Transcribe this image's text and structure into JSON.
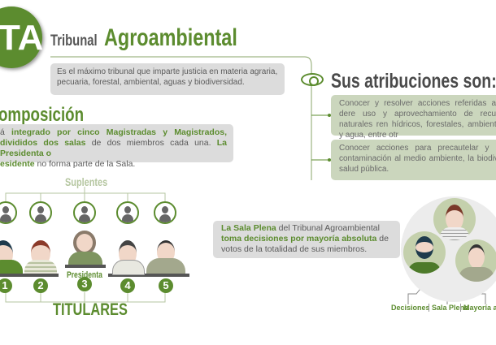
{
  "logo": {
    "text": "TA"
  },
  "header": {
    "title_prefix": "Tribunal",
    "title_main": "Agroambiental"
  },
  "intro": "Es el máximo tribunal que imparte justicia en materia agraria, pecuaria, forestal, ambiental, aguas y biodiversidad.",
  "atribuciones": {
    "icon": "eye-icon",
    "title": "Sus atribuciones son:",
    "items": [
      "Conocer y resolver acciones referidas a los dere uso y aprovechamiento de recursos naturales ren hídricos, forestales, ambientales y agua, entre otr",
      "Conocer acciones para precautelar y prev contaminación al medio ambiente, la biodiversi salud pública."
    ]
  },
  "composicion": {
    "title": "omposición",
    "t1": "á ",
    "b1": "integrado por cinco Magistradas y Magistrados, divididos",
    "t2": " ",
    "b2": "dos salas",
    "t3": " de dos miembros cada una. ",
    "b3": "La Presidenta o",
    "b4": "esidente",
    "t4": " no forma parte de la Sala."
  },
  "diagram": {
    "suplentes": "Suplentes",
    "titulares": "TITULARES",
    "presidenta": "Presidenta",
    "numbers": [
      "1",
      "2",
      "3",
      "4",
      "5"
    ]
  },
  "sala_plena": {
    "b1": "La Sala Plena",
    "t1": " del Tribunal Agroambiental ",
    "b2": "toma decisiones por mayoría absoluta",
    "t2": " de votos de la totalidad de sus miembros.",
    "labels": [
      "Decisiones",
      "Sala Plena",
      "Mayoría abs"
    ]
  },
  "colors": {
    "green": "#5c8c2f",
    "light_green": "#cbd6bd",
    "gray_box": "#dcdcdc"
  }
}
